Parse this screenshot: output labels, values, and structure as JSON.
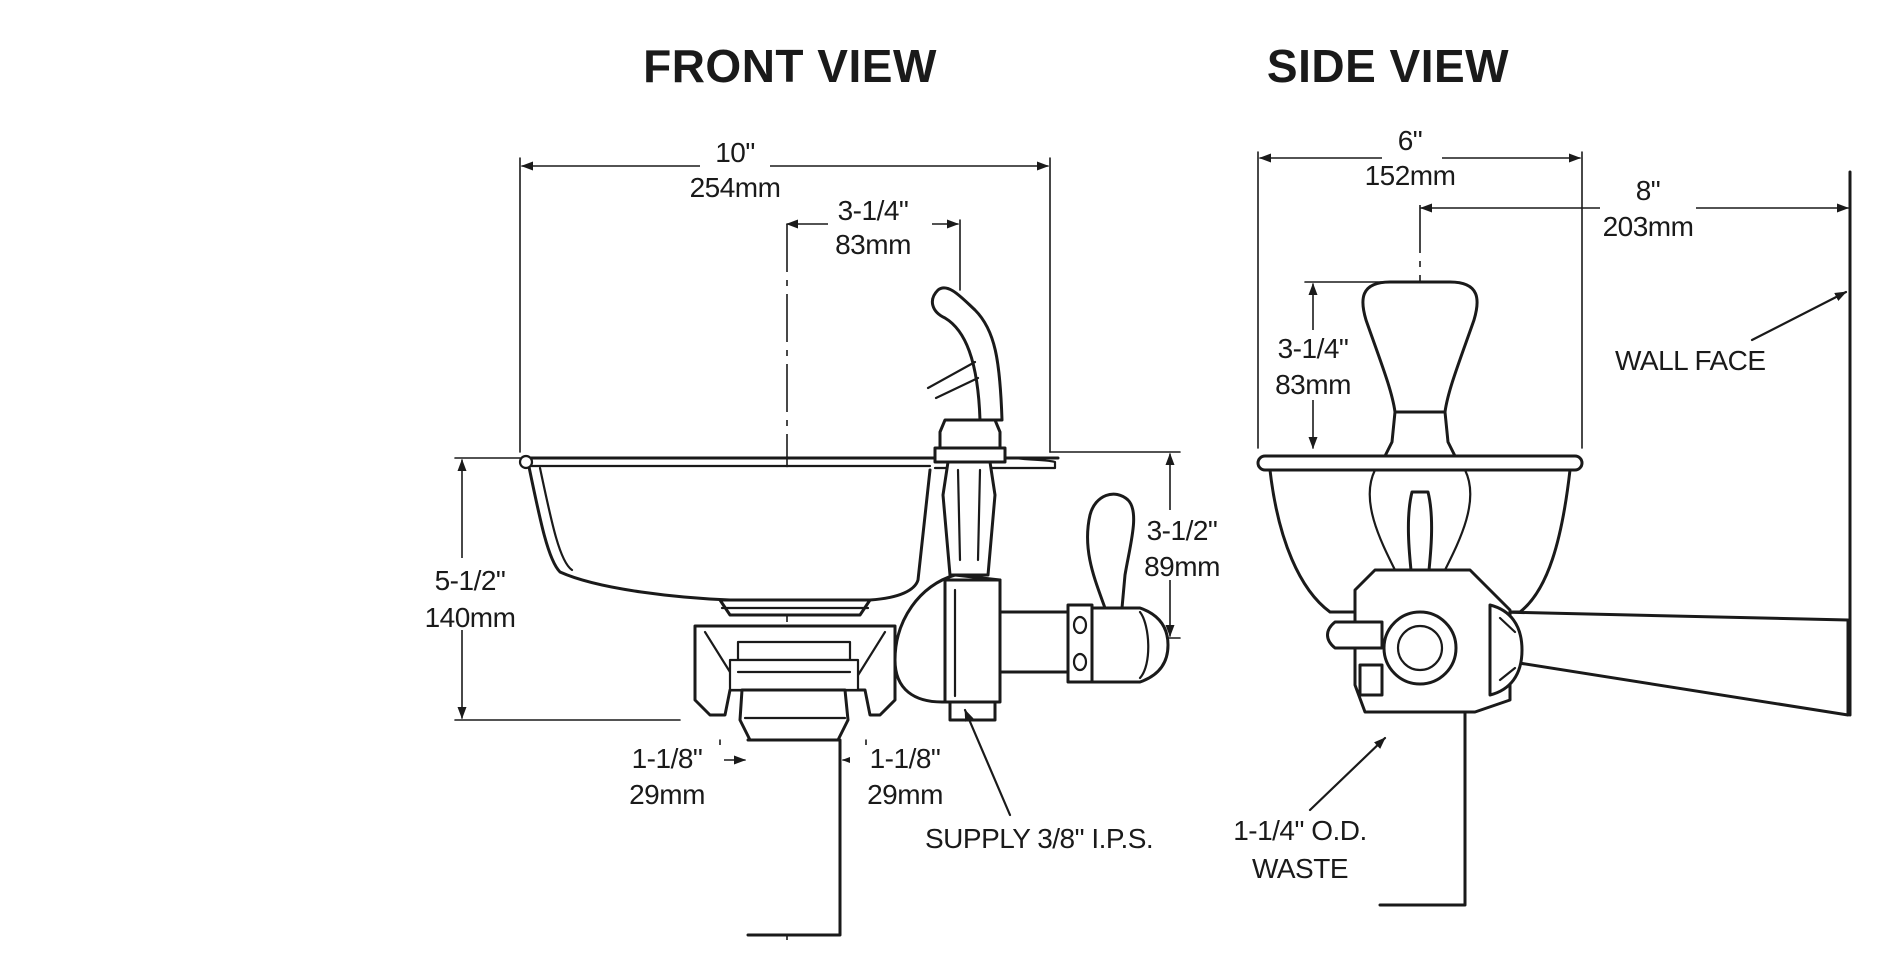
{
  "titles": {
    "front": "FRONT VIEW",
    "side": "SIDE VIEW"
  },
  "front": {
    "overall_width": {
      "in": "10\"",
      "mm": "254mm"
    },
    "spout_offset": {
      "in": "3-1/4\"",
      "mm": "83mm"
    },
    "bowl_height": {
      "in": "5-1/2\"",
      "mm": "140mm"
    },
    "valve_height": {
      "in": "3-1/2\"",
      "mm": "89mm"
    },
    "drain_left": {
      "in": "1-1/8\"",
      "mm": "29mm"
    },
    "drain_right": {
      "in": "1-1/8\"",
      "mm": "29mm"
    },
    "supply_label": "SUPPLY 3/8\" I.P.S."
  },
  "side": {
    "bowl_depth": {
      "in": "6\"",
      "mm": "152mm"
    },
    "wall_offset": {
      "in": "8\"",
      "mm": "203mm"
    },
    "bubbler_height": {
      "in": "3-1/4\"",
      "mm": "83mm"
    },
    "wall_face_label": "WALL FACE",
    "waste_label_1": "1-1/4\" O.D.",
    "waste_label_2": "WASTE"
  }
}
